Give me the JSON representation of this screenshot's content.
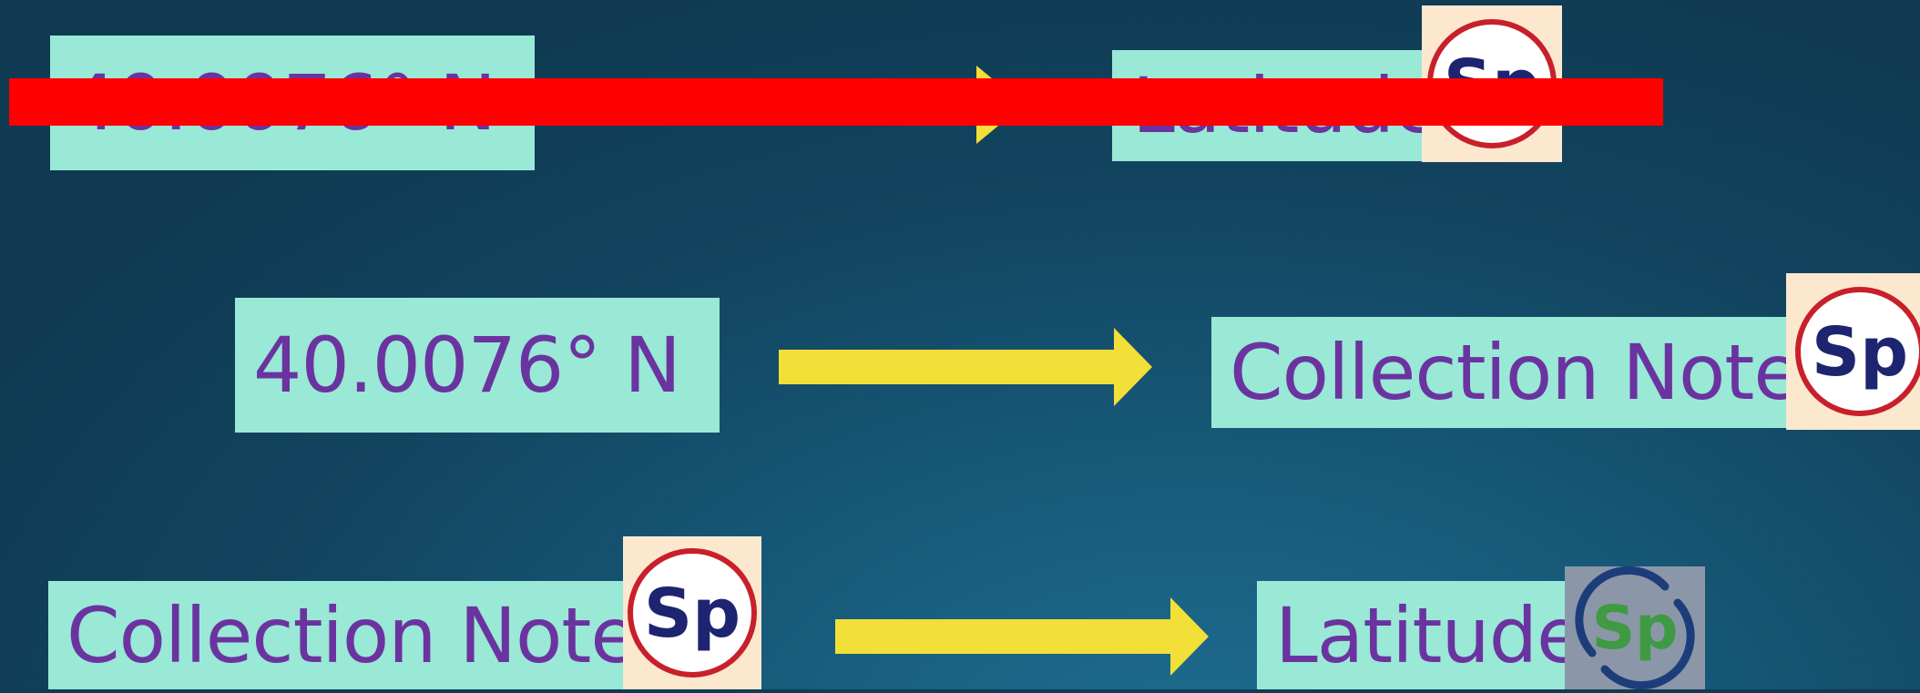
{
  "rows": [
    {
      "source": "40.0076° N",
      "target": "Latitude",
      "crossed_out": true,
      "logo": "sp-logo"
    },
    {
      "source": "40.0076° N",
      "target": "Collection Notes",
      "crossed_out": false,
      "logo": "sp-logo"
    },
    {
      "source": "Collection Notes",
      "target": "Latitude",
      "crossed_out": false,
      "logo_source": "sp-logo",
      "logo_target": "sp-logo-alt"
    }
  ],
  "logo_text": "Sp",
  "colors": {
    "box": "#9ae8d6",
    "text": "#6b33a0",
    "arrow": "#f2df37",
    "strike": "#ff0000",
    "logo_ring": "#c8202a",
    "logo_letters": "#1d2470",
    "logo_alt_letters": "#3f9a43",
    "logo_alt_ring": "#1d3d7a"
  }
}
